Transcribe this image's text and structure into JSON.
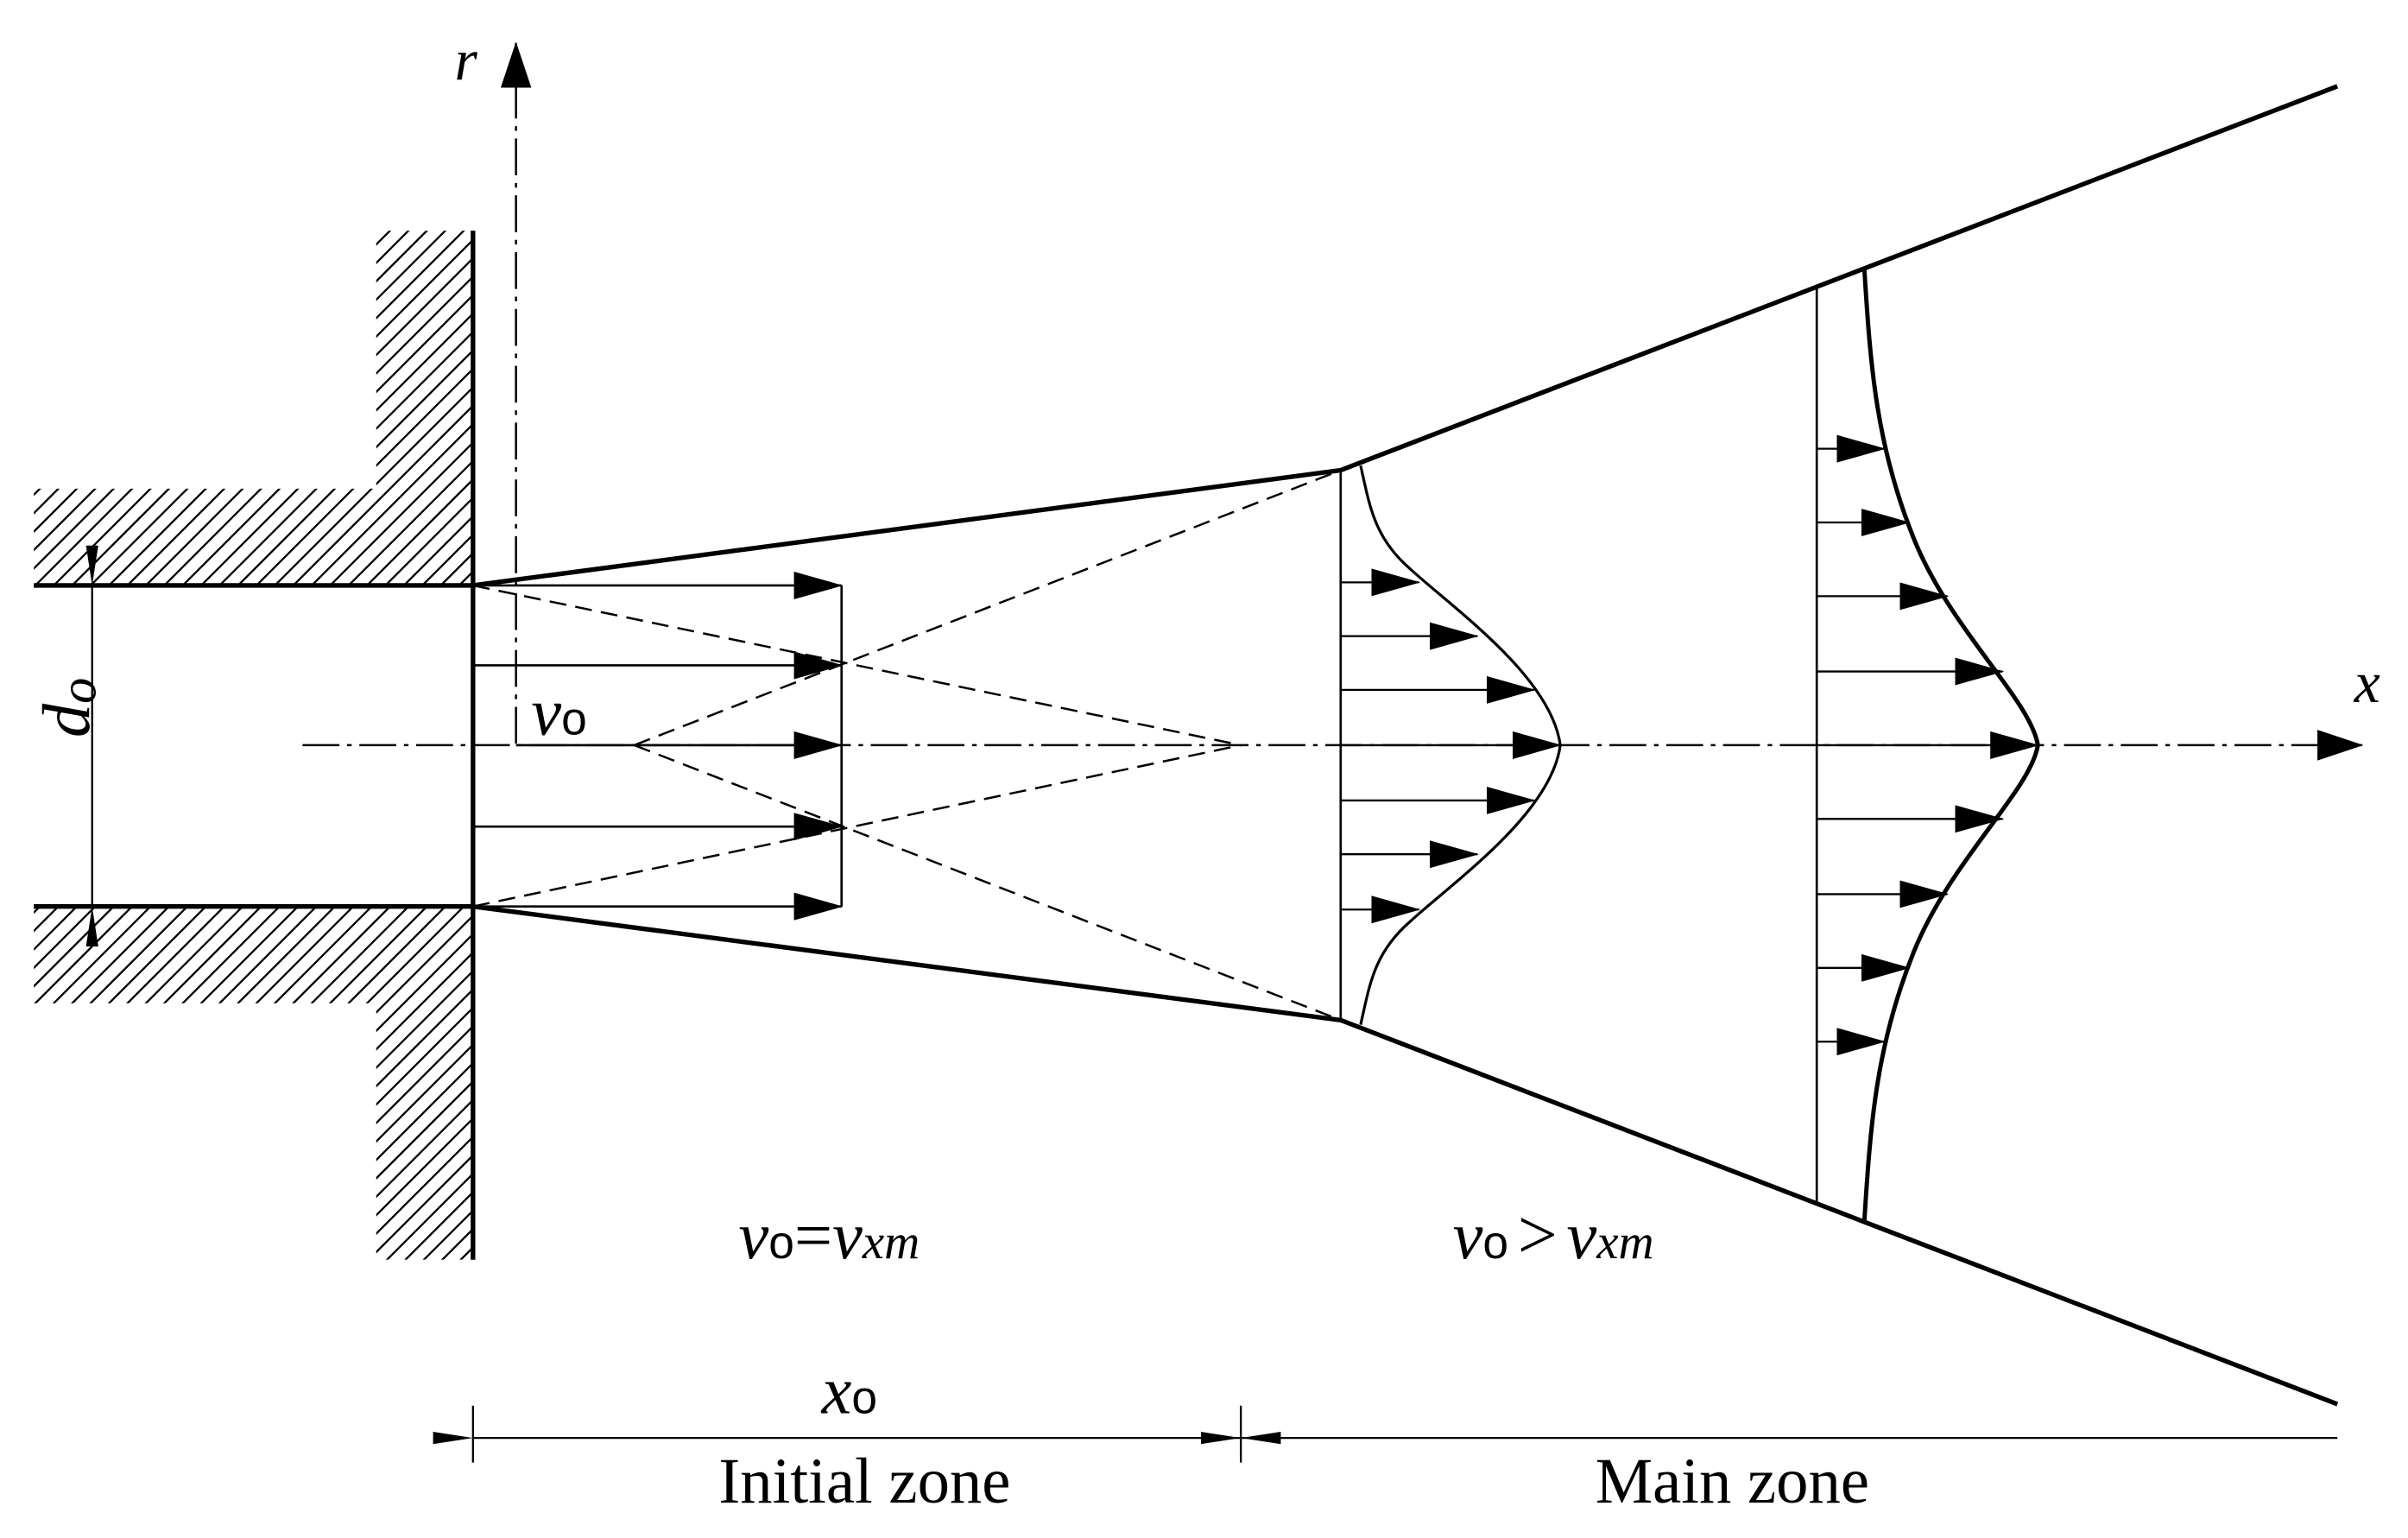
{
  "axes": {
    "r": "r",
    "x": "x"
  },
  "nozzle_diameter": {
    "symbol": "d",
    "subscript": "o"
  },
  "exit_velocity": {
    "symbol": "v",
    "subscript": "o"
  },
  "initial_zone": {
    "relation": {
      "left": "v",
      "left_sub": "o",
      "op": "=",
      "right": "v",
      "right_sub": "xm"
    },
    "length": {
      "symbol": "x",
      "subscript": "o"
    },
    "label": "Initial zone"
  },
  "main_zone": {
    "relation": {
      "left": "v",
      "left_sub": "o",
      "op": ">",
      "right": "v",
      "right_sub": "xm"
    },
    "label": "Main zone"
  }
}
